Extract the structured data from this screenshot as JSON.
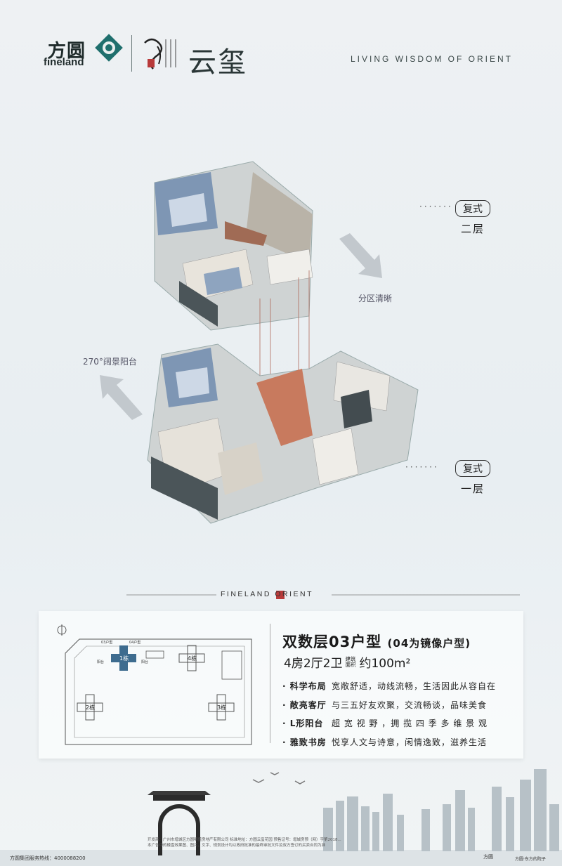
{
  "header": {
    "brand_cn": "方圆",
    "brand_en": "fineland",
    "project_name": "云玺",
    "slogan": "LIVING WISDOM OF ORIENT"
  },
  "callouts": {
    "upper": {
      "badge": "复式",
      "label": "二层",
      "dots": "·······"
    },
    "lower": {
      "badge": "复式",
      "label": "一层",
      "dots": "·······"
    },
    "zoning_note": "分区清晰",
    "balcony_note": "270°阔景阳台"
  },
  "band_text": "FINELAND ORIENT",
  "unit": {
    "title": "双数层03户型",
    "mirror_note": "(04为镜像户型)",
    "layout": "4房2厅2卫",
    "area_label_1": "建筑",
    "area_label_2": "面积",
    "area_value": "约100m²"
  },
  "features": [
    {
      "key": "· 科学布局",
      "value": "宽敞舒适，动线流畅，生活因此从容自在"
    },
    {
      "key": "· 敞亮客厅",
      "value": "与三五好友欢聚，交流畅谈，品味美食"
    },
    {
      "key": "· L形阳台",
      "value": "超 宽 视 野 ，拥 揽 四 季 多 维 景 观"
    },
    {
      "key": "· 雅致书房",
      "value": "悦享人文与诗意，闲情逸致，滋养生活"
    }
  ],
  "site_map": {
    "buildings": [
      "1栋",
      "2栋",
      "3栋",
      "4栋"
    ],
    "markers": [
      "03户型",
      "04户型",
      "阳台",
      "阳台"
    ]
  },
  "footer": {
    "legal_line": "开发商：广州市增城区方圆明盛房地产有限公司  标准地址：方圆云玺花园  预售证号：增城房预（网）字第2018...",
    "ad_line": "本广告中的楼盘效果图、图片、文字、规划设计均以政府批准的最终审批文件及双方签订的买卖合同为准",
    "hotline": "方圆集团服务热线：4000088200",
    "logo": "方圆",
    "slogan": "方圆·东方的院子"
  }
}
